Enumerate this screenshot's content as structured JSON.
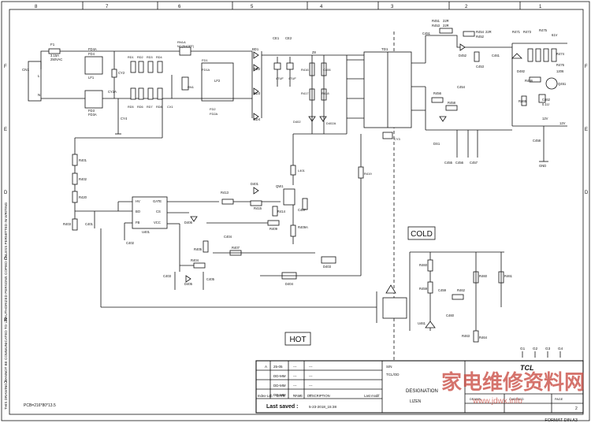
{
  "frame": {
    "columns": [
      "8",
      "7",
      "6",
      "5",
      "4",
      "3",
      "2",
      "1"
    ],
    "rows": [
      "F",
      "E",
      "D",
      "C",
      "B",
      "A"
    ],
    "side_note": "THIS DRAWING CANNOT BE COMMUNICATED TO UNAUTHORIZED PERSONS COPIED UNLESS PERMITTED IN WRITING",
    "format": "FORMAT DIN A3",
    "pcb": "PCB=216*80*13.5"
  },
  "zones": {
    "cold": "COLD",
    "hot": "HOT"
  },
  "labels": {
    "cn1": "CN1",
    "f1": "F1",
    "f1v": "3.15A",
    "f1r": "250VAC",
    "l": "L",
    "n": "N",
    "fd4": "FD4",
    "fd4a": "FD4A",
    "lf1": "LF1",
    "cy2": "CY2",
    "cy2a": "CY2A",
    "cy4": "CY4",
    "fd3": "FD3",
    "fd3a": "FD3A",
    "rtop1": "RD1",
    "rtop2": "RD2",
    "rtop3": "RD3",
    "rtop4": "RD4",
    "rbot1": "RD5",
    "rbot2": "RD6",
    "rbot3": "RD7",
    "rbot4": "RD8",
    "rn1a": "RN1A",
    "ncshort": "NC(SHORT)",
    "rn1": "RN1",
    "cx1": "CX1",
    "fd1": "FD1",
    "fd1a": "FD1A",
    "lf2": "LF2",
    "fd2": "FD2",
    "fd2a": "FD2A",
    "bd1": "BD1",
    "bd2": "BD2",
    "bd3": "BD3",
    "bd4": "BD4",
    "ce1": "CE1",
    "ce2": "CE2",
    "cap47a": "47UF",
    "cap47b": "47UF",
    "z8": "Z8",
    "r416": "R416",
    "r417": "R417",
    "r418": "R418",
    "c406": "C406",
    "d402": "D402",
    "d402a": "D402A",
    "t1": "TD1",
    "cy3": "CY3",
    "l401": "L401",
    "r419": "R419",
    "r401": "R401",
    "r402": "R402",
    "r420": "R420",
    "r403": "R403",
    "c401": "C401",
    "c402": "C402",
    "ic_hv": "HV",
    "ic_gate": "GATE",
    "ic_bo": "BO",
    "ic_cs": "CS",
    "ic_fb": "FB",
    "ic_vcc": "VCC",
    "ic": "U401",
    "d406": "D406",
    "r413": "R413",
    "r415": "R415",
    "d401": "D401",
    "qw1": "QW1",
    "r414": "R414",
    "c407": "C407",
    "r409": "R409",
    "r409a": "R409A",
    "c404": "C404",
    "r405": "R405",
    "r407": "R407",
    "r404": "R404",
    "c403": "C403",
    "d405": "D405",
    "c405": "C405",
    "d403": "D403",
    "d404": "D404",
    "r451": "R451",
    "r451v": "22R",
    "r453": "R453",
    "r453v": "22R",
    "r454": "R454",
    "r454v": "22R",
    "r452": "R452",
    "c451": "C451",
    "d452": "D452",
    "c453": "C453",
    "c461": "C461",
    "r456": "R456",
    "r458": "R458",
    "c454": "C454",
    "d51": "DS1",
    "c455": "C455",
    "c456": "C456",
    "c457": "C457",
    "r471": "R471",
    "r473": "R473",
    "r475": "R475",
    "v61": "61V",
    "r474": "R474",
    "r476": "R476",
    "v1206": "1206",
    "d482": "D482",
    "r466": "R466",
    "q451": "Q451",
    "r465": "R465",
    "c462": "C462",
    "c462v": "0.1U",
    "v12": "12V",
    "v12b": "12V",
    "c458": "C458",
    "gnd": "GND",
    "r460": "R460",
    "r459": "R459",
    "c459": "C459",
    "r462": "R462",
    "r461": "R461",
    "c460": "C460",
    "u461": "U461",
    "r463": "R463",
    "r464": "R464",
    "g1": "G1",
    "g2": "G2",
    "g3": "G3",
    "g4": "G4"
  },
  "title_block": {
    "revisions": [
      {
        "index": "A",
        "date": "25-05",
        "name": "---",
        "desc": "---"
      },
      {
        "index": "",
        "date": "DD-MM",
        "name": "---",
        "desc": "---"
      },
      {
        "index": "",
        "date": "DD-MM",
        "name": "---",
        "desc": "---"
      },
      {
        "index": "",
        "date": "DD-MM",
        "name": "---",
        "desc": "---"
      }
    ],
    "header_index": "Index-Lab",
    "header_date": "DATE",
    "header_name": "NAME",
    "header_desc": "DESCRIPTION",
    "last_modif": "Last modif",
    "last_saved_label": "Last saved :",
    "last_saved_value": "5-23-2018_15:38",
    "designation_label": "DESIGNATION",
    "designation_value": "LIZEN",
    "drawn": "DRAWN",
    "checked": "CHECKED",
    "page": "PAGE",
    "page_no": "2",
    "tcl": "TCL",
    "ref1": "S/N",
    "ref2": "TCL/OD"
  },
  "watermark": {
    "text": "家电维修资料网",
    "url": "www.jdwx.info"
  },
  "colors": {
    "ink": "#111111",
    "watermark": "#c7443b",
    "paper": "#ffffff"
  }
}
